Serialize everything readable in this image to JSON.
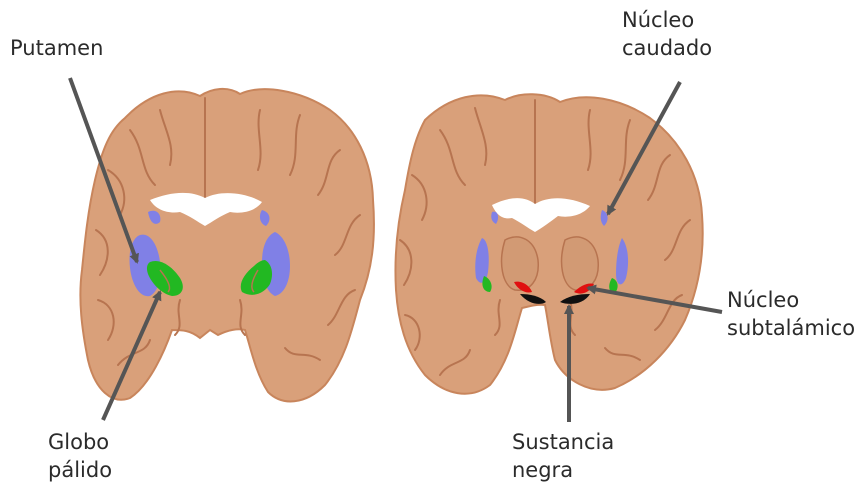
{
  "labels": {
    "putamen": "Putamen",
    "globo_palido": [
      "Globo",
      "pálido"
    ],
    "nucleo_caudado": [
      "Núcleo",
      "caudado"
    ],
    "nucleo_subtalamico": [
      "Núcleo",
      "subtalámico"
    ],
    "sustancia_negra": [
      "Sustancia",
      "negra"
    ]
  },
  "colors": {
    "brain_tissue": "#d9a07a",
    "brain_outline": "#c8855c",
    "sulcus": "#b77450",
    "ventricle": "#ffffff",
    "putamen": "#8080e6",
    "globo_palido": "#22b822",
    "subthalamic": "#e01010",
    "substantia_nigra": "#101010",
    "arrow": "#555555"
  }
}
